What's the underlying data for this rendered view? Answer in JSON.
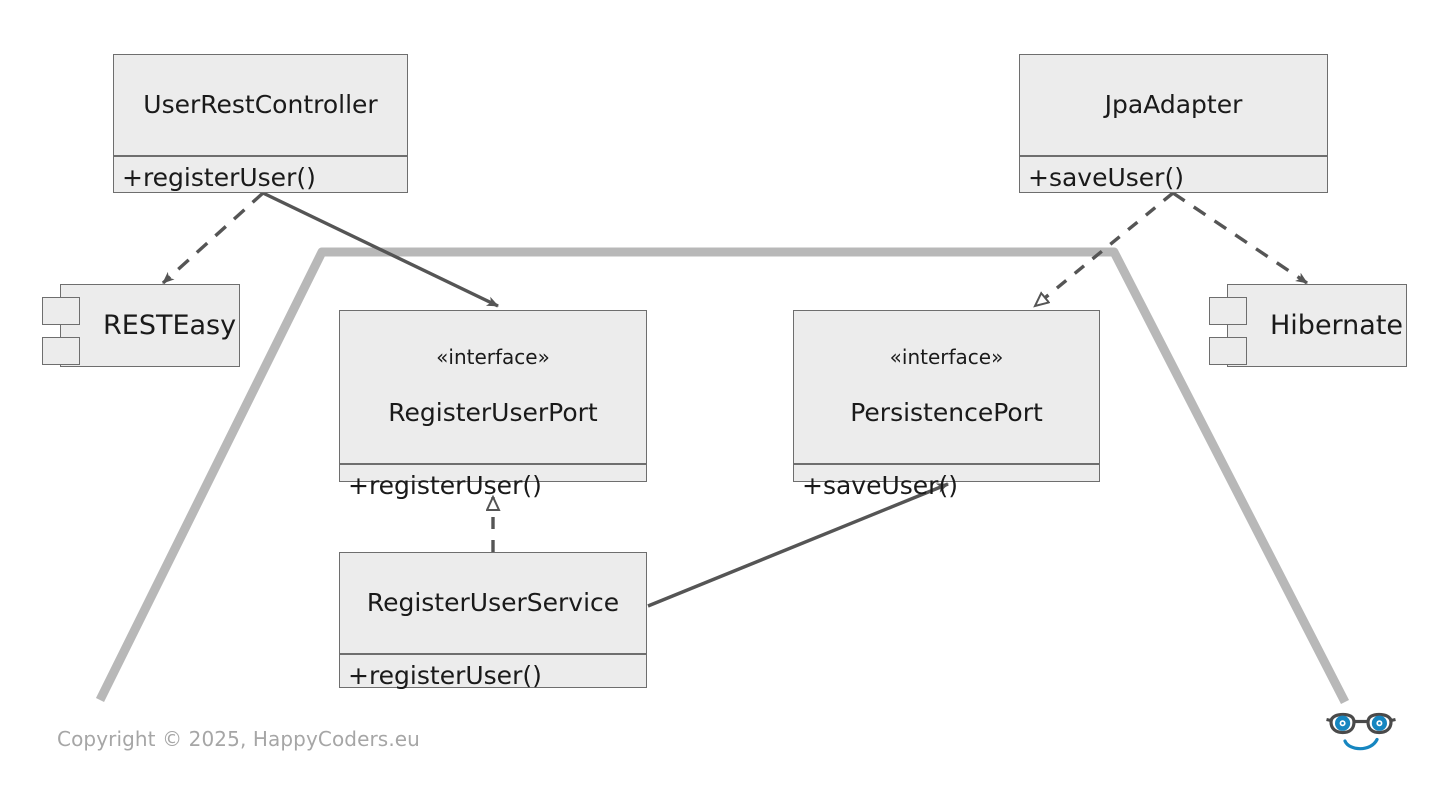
{
  "diagram": {
    "title": "Hexagonal Architecture UML class diagram",
    "colors": {
      "box_fill": "#ececec",
      "box_border": "#6e6e6e",
      "hexagon_line": "#b8b8b8",
      "arrow": "#555555",
      "footer_text": "#a6a6a6",
      "logo_blue": "#1686c0",
      "logo_dark": "#4a4a4a"
    },
    "classes": [
      {
        "id": "user-rest-controller",
        "stereotype": "",
        "name": "UserRestController",
        "attributes": [],
        "operations": [
          "+registerUser()"
        ]
      },
      {
        "id": "jpa-adapter",
        "stereotype": "",
        "name": "JpaAdapter",
        "attributes": [],
        "operations": [
          "+saveUser()"
        ]
      },
      {
        "id": "register-user-port",
        "stereotype": "«interface»",
        "name": "RegisterUserPort",
        "attributes": [],
        "operations": [
          "+registerUser()"
        ]
      },
      {
        "id": "persistence-port",
        "stereotype": "«interface»",
        "name": "PersistencePort",
        "attributes": [],
        "operations": [
          "+saveUser()"
        ]
      },
      {
        "id": "register-user-service",
        "stereotype": "",
        "name": "RegisterUserService",
        "attributes": [],
        "operations": [
          "+registerUser()"
        ]
      }
    ],
    "components": [
      {
        "id": "resteasy",
        "name": "RESTEasy"
      },
      {
        "id": "hibernate",
        "name": "Hibernate"
      }
    ],
    "relations": [
      {
        "from": "UserRestController",
        "to": "RESTEasy",
        "type": "dependency",
        "style": "dashed",
        "arrowhead": "filled"
      },
      {
        "from": "UserRestController",
        "to": "RegisterUserPort",
        "type": "association",
        "style": "solid",
        "arrowhead": "filled"
      },
      {
        "from": "RegisterUserService",
        "to": "RegisterUserPort",
        "type": "realization",
        "style": "dashed",
        "arrowhead": "hollow-triangle"
      },
      {
        "from": "RegisterUserService",
        "to": "PersistencePort",
        "type": "association",
        "style": "solid",
        "arrowhead": "filled"
      },
      {
        "from": "JpaAdapter",
        "to": "PersistencePort",
        "type": "realization",
        "style": "dashed",
        "arrowhead": "hollow-triangle"
      },
      {
        "from": "JpaAdapter",
        "to": "Hibernate",
        "type": "dependency",
        "style": "dashed",
        "arrowhead": "filled"
      }
    ]
  },
  "footer": {
    "copyright": "Copyright © 2025, HappyCoders.eu",
    "logo_name": "happycoders-logo"
  }
}
